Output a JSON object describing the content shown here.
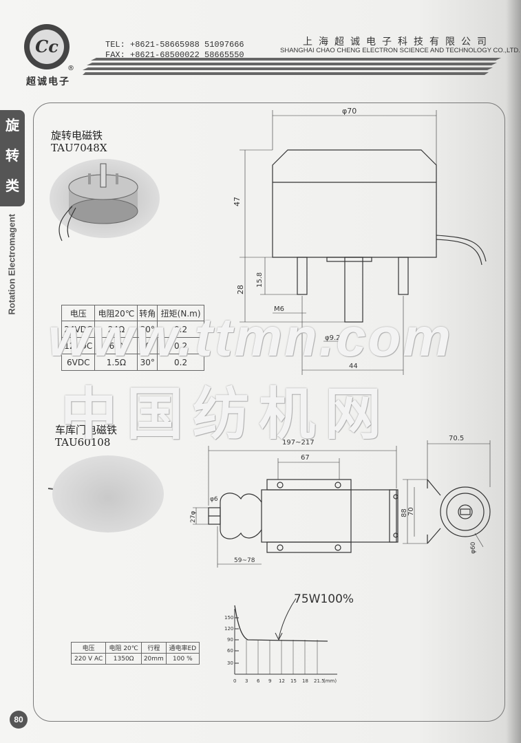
{
  "header": {
    "brand_cn": "超诚电子",
    "tel": "TEL: +8621-58665988 51097666",
    "fax": "FAX: +8621-68500022 58665550",
    "company_cn": "上海超诚电子科技有限公司",
    "company_en": "SHANGHAI CHAO CHENG ELECTRON SCIENCE AND TECHNOLOGY CO.,LTD."
  },
  "side_tab": {
    "chars": [
      "旋",
      "转",
      "类"
    ],
    "en": "Rotation Electromagent"
  },
  "product1": {
    "title_cn": "旋转电磁铁",
    "model": "TAU7048X",
    "dims": {
      "d70": "φ70",
      "h47": "47",
      "h28": "28",
      "h15": "15.8",
      "m6": "M6",
      "d9": "φ9.2",
      "w44": "44"
    },
    "table": {
      "headers": [
        "电压",
        "电阻20℃",
        "转角",
        "扭矩(N.m)"
      ],
      "rows": [
        [
          "24VDC",
          "24Ω",
          "30°",
          "0.2"
        ],
        [
          "12VDC",
          "6 Ω",
          "30°",
          "0.2"
        ],
        [
          "6VDC",
          "1.5Ω",
          "30°",
          "0.2"
        ]
      ]
    }
  },
  "product2": {
    "title_cn": "车库门电磁铁",
    "model": "TAU60108",
    "dims": {
      "len": "197~217",
      "w67": "67",
      "d6": "φ6",
      "d27": "27φ",
      "s59": "59~78",
      "w70": "70.5",
      "h88": "88",
      "h70": "70",
      "d60": "φ60"
    },
    "curve_label": "75W100%",
    "y_ticks": [
      "150",
      "120",
      "90",
      "60",
      "30"
    ],
    "x_ticks": [
      "0",
      "3",
      "6",
      "9",
      "12",
      "15",
      "18",
      "21.5"
    ],
    "x_unit": "(mm)",
    "table": {
      "headers": [
        "电压",
        "电阻 20℃",
        "行程",
        "通电率ED"
      ],
      "rows": [
        [
          "220 V AC",
          "1350Ω",
          "20mm",
          "100 %"
        ]
      ]
    }
  },
  "watermark": {
    "url": "www.ttmn.com",
    "cn": "中国纺机网"
  },
  "page_number": "80"
}
